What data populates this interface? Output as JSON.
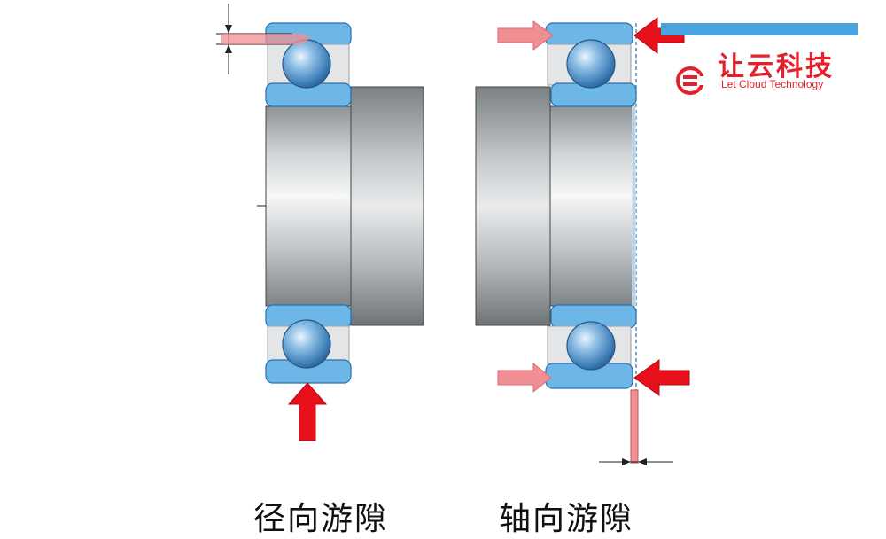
{
  "captions": {
    "radial": "径向游隙",
    "axial": "轴向游隙"
  },
  "logo": {
    "name_cn": "让云科技",
    "name_en": "Let Cloud Technology",
    "icon": "let-cloud-logo-icon"
  },
  "colors": {
    "ring_blue": "#6cb7e8",
    "ring_outline": "#2a6fb0",
    "ball": "#4a8cc4",
    "shaft_gray": "#b8bcbf",
    "arrow_red": "#e8101a",
    "arrow_pink": "#f08f93",
    "logo_red": "#e4202b",
    "logo_bar": "#4aa3df"
  }
}
